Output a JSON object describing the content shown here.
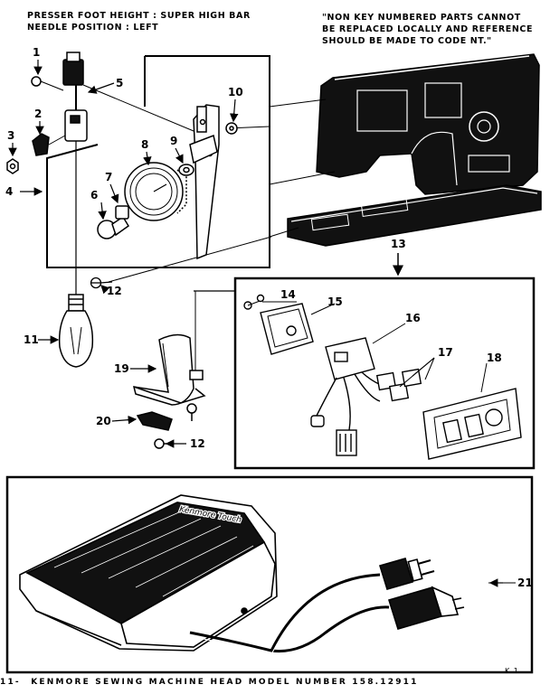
{
  "header": {
    "presser_foot": "PRESSER FOOT HEIGHT : SUPER HIGH BAR",
    "needle_position": "NEEDLE POSITION : LEFT"
  },
  "note": {
    "line1": "\"NON KEY NUMBERED PARTS CANNOT",
    "line2": "BE REPLACED LOCALLY AND REFERENCE",
    "line3": "SHOULD BE MADE TO CODE NT.\""
  },
  "callouts": {
    "c1": "1",
    "c2": "2",
    "c3": "3",
    "c4": "4",
    "c5": "5",
    "c6": "6",
    "c7": "7",
    "c8": "8",
    "c9": "9",
    "c10": "10",
    "c11": "11",
    "c12a": "12",
    "c12b": "12",
    "c13": "13",
    "c14": "14",
    "c15": "15",
    "c16": "16",
    "c17": "17",
    "c18": "18",
    "c19": "19",
    "c20": "20",
    "c21": "21"
  },
  "pedal_brand": "Kenmore Touch",
  "footer": {
    "page_prefix": "11-",
    "title": "KENMORE SEWING MACHINE HEAD MODEL NUMBER 158.12911"
  },
  "corner_mark": "K 1",
  "colors": {
    "ink": "#000000",
    "paper": "#ffffff"
  }
}
